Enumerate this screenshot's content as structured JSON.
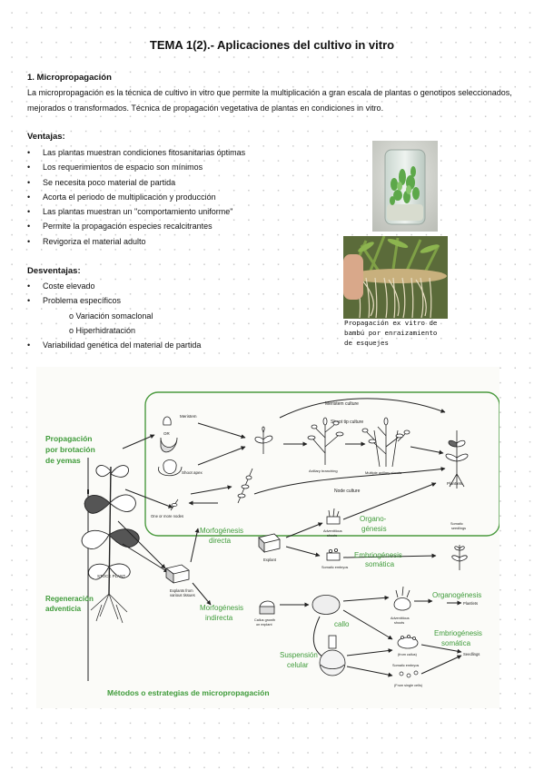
{
  "title": "TEMA 1(2).- Aplicaciones del cultivo in vitro",
  "micro": {
    "heading": "1. Micropropagación",
    "paragraph": "La micropropagación es la técnica de cultivo in vitro que permite la multiplicación a gran escala de plantas o genotipos seleccionados, mejorados o transformados. Técnica de propagación vegetativa de plantas en condiciones in vitro."
  },
  "ventajas": {
    "heading": "Ventajas:",
    "items": [
      "Las plantas muestran condiciones fitosanitarias óptimas",
      "Los requerimientos de espacio son mínimos",
      "Se necesita poco material de partida",
      "Acorta el periodo de multiplicación y producción",
      "Las plantas muestran un \"comportamiento uniforme\"",
      "Permite la propagación especies recalcitrantes",
      "Revigoriza el material adulto"
    ]
  },
  "desventajas": {
    "heading": "Desventajas:",
    "items": [
      "Coste elevado",
      "Problema específicos",
      "o Variación somaclonal",
      "o Hiperhidratación",
      "Variabilidad genética del material de partida"
    ]
  },
  "photo_caption": [
    "Propagación ex vitro de",
    "bambú por enraizamiento",
    "de esquejes"
  ],
  "diagram": {
    "colors": {
      "green": "#3f9b3a",
      "ink": "#222222",
      "box": "#4a9a3e"
    },
    "left_labels": {
      "brotacion": [
        "Propagación",
        "por brotación",
        "de yemas"
      ],
      "regeneracion": [
        "Regeneración",
        "adventicia"
      ]
    },
    "green_labels": {
      "morf_directa": [
        "Morfogénesis",
        "directa"
      ],
      "morf_indirecta": [
        "Morfogénesis",
        "indirecta"
      ],
      "organo": [
        "Organo-",
        "génesis"
      ],
      "embrio1": [
        "Embriogénesis",
        "somática"
      ],
      "callo": "callo",
      "organo2": "Organogénesis",
      "embrio2": [
        "Embriogénesis",
        "somática"
      ],
      "suspension": [
        "Suspensión",
        "celular"
      ]
    },
    "small_labels": {
      "meristem": "Meristem",
      "or": "OR",
      "shoot_apex": "Shoot apex",
      "meristem_culture": "Meristem culture",
      "shoot_tip_culture": "Shoot tip culture",
      "axillary": "Axillary branching",
      "multiple_axillary": "Multiple axillary shoots",
      "plantlets": "Plantlets",
      "node_culture": "Node culture",
      "one_or_more": "One or more nodes",
      "stock_plant": "STOCK PLANT",
      "explants": [
        "Explants from",
        "various tissues"
      ],
      "explant": "Explant",
      "adventitious_shoots": [
        "Adventitious",
        "shoots"
      ],
      "somatic_embryos": "Somatic embryos",
      "somatic_seedlings": [
        "Somatic",
        "seedlings"
      ],
      "callus_growth": [
        "Callus growth",
        "on explant"
      ],
      "adventitious_shoots2": [
        "Adventitious",
        "shoots"
      ],
      "plantlets2": "Plantlets",
      "from_callus": "(from callus)",
      "somatic_embryos2": "Somatic embryos",
      "from_single": "(From single cells)",
      "seedlings": "Seedlings"
    },
    "footer": "Métodos o estrategias de micropropagación"
  }
}
